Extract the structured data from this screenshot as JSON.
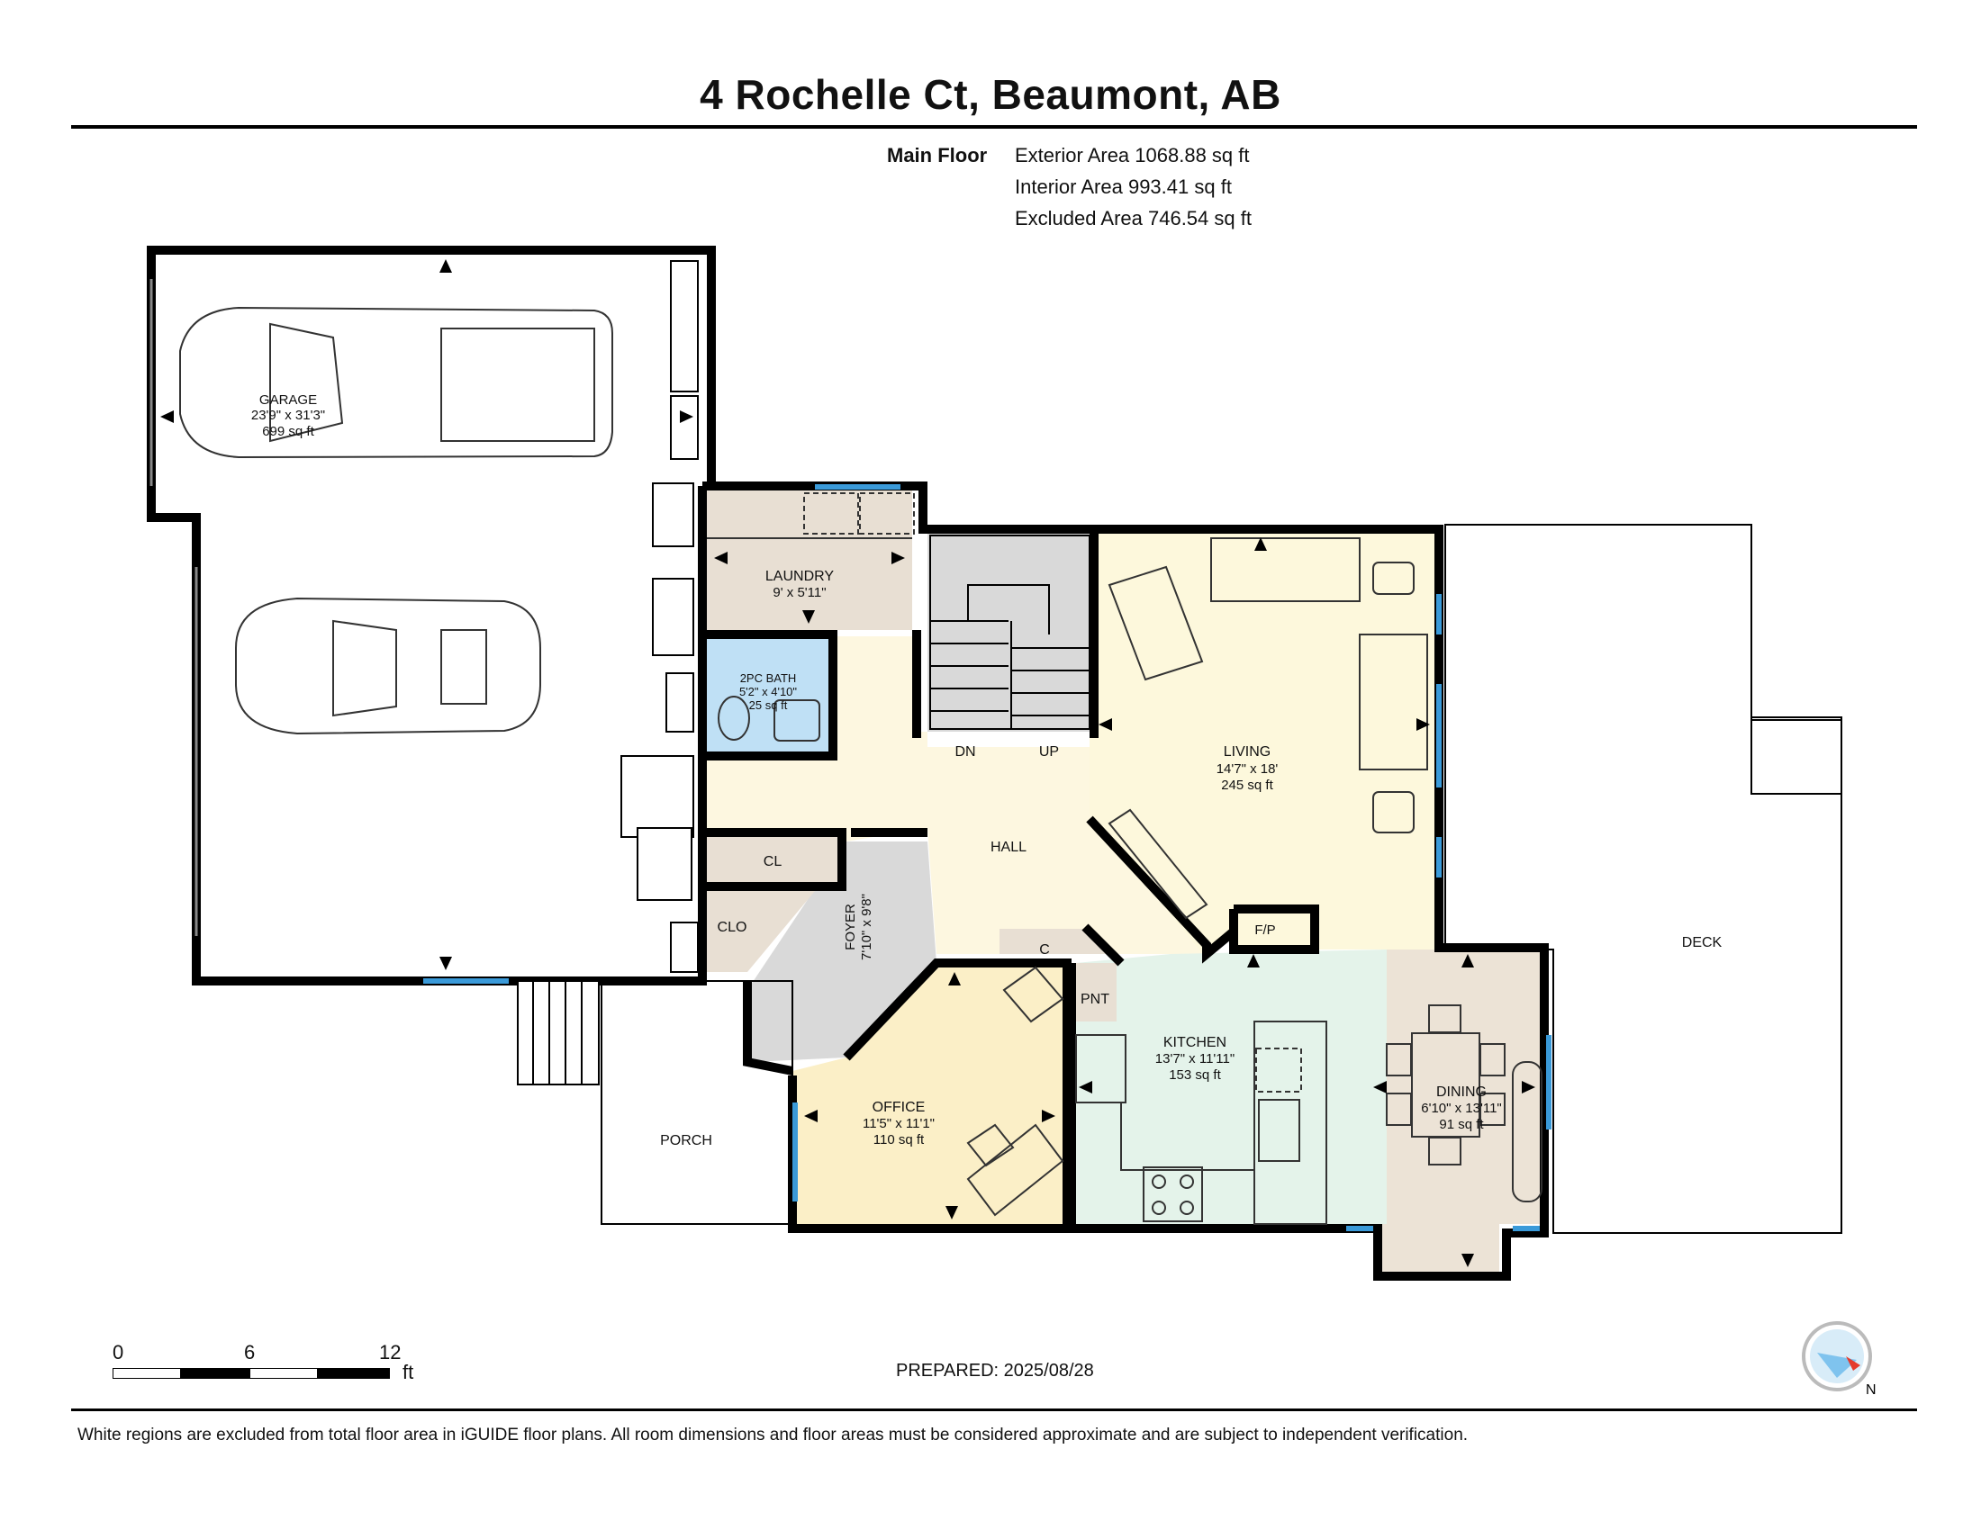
{
  "title": "4 Rochelle Ct, Beaumont, AB",
  "floor_name": "Main Floor",
  "areas": [
    "Exterior Area 1068.88 sq ft",
    "Interior Area 993.41 sq ft",
    "Excluded Area 746.54 sq ft"
  ],
  "rooms": {
    "garage": {
      "name": "GARAGE",
      "dims": "23'9\" x 31'3\"",
      "area": "699 sq ft"
    },
    "laundry": {
      "name": "LAUNDRY",
      "dims": "9' x 5'11\""
    },
    "bath": {
      "name": "2PC BATH",
      "dims": "5'2\" x 4'10\"",
      "area": "25 sq ft"
    },
    "living": {
      "name": "LIVING",
      "dims": "14'7\" x 18'",
      "area": "245 sq ft"
    },
    "hall": {
      "name": "HALL"
    },
    "foyer": {
      "name": "FOYER",
      "dims": "7'10\" x 9'8\""
    },
    "office": {
      "name": "OFFICE",
      "dims": "11'5\" x 11'1\"",
      "area": "110 sq ft"
    },
    "kitchen": {
      "name": "KITCHEN",
      "dims": "13'7\" x 11'11\"",
      "area": "153 sq ft"
    },
    "dining": {
      "name": "DINING",
      "dims": "6'10\" x 13'11\"",
      "area": "91 sq ft"
    },
    "deck": {
      "name": "DECK"
    },
    "porch": {
      "name": "PORCH"
    },
    "cl": "CL",
    "clo": "CLO",
    "c": "C",
    "pnt": "PNT",
    "fp": "F/P",
    "dn": "DN",
    "up": "UP"
  },
  "scale": {
    "ticks": [
      "0",
      "6",
      "12"
    ],
    "unit": "ft"
  },
  "prepared": "PREPARED: 2025/08/28",
  "disclaimer": "White regions are excluded from total floor area in iGUIDE floor plans. All room dimensions and floor areas must be considered approximate and are subject to independent verification.",
  "colors": {
    "wall": "#000000",
    "window": "#3a9ad9",
    "laundry": "#e8dfd3",
    "bath": "#bfe0f5",
    "hall": "#fdf7e0",
    "living": "#fdf8dc",
    "foyer": "#d9d9d9",
    "office": "#fbefc7",
    "kitchen": "#e4f3ea",
    "dining": "#ece3d6",
    "stairs": "#d9d9d9"
  },
  "compass_direction": "N"
}
